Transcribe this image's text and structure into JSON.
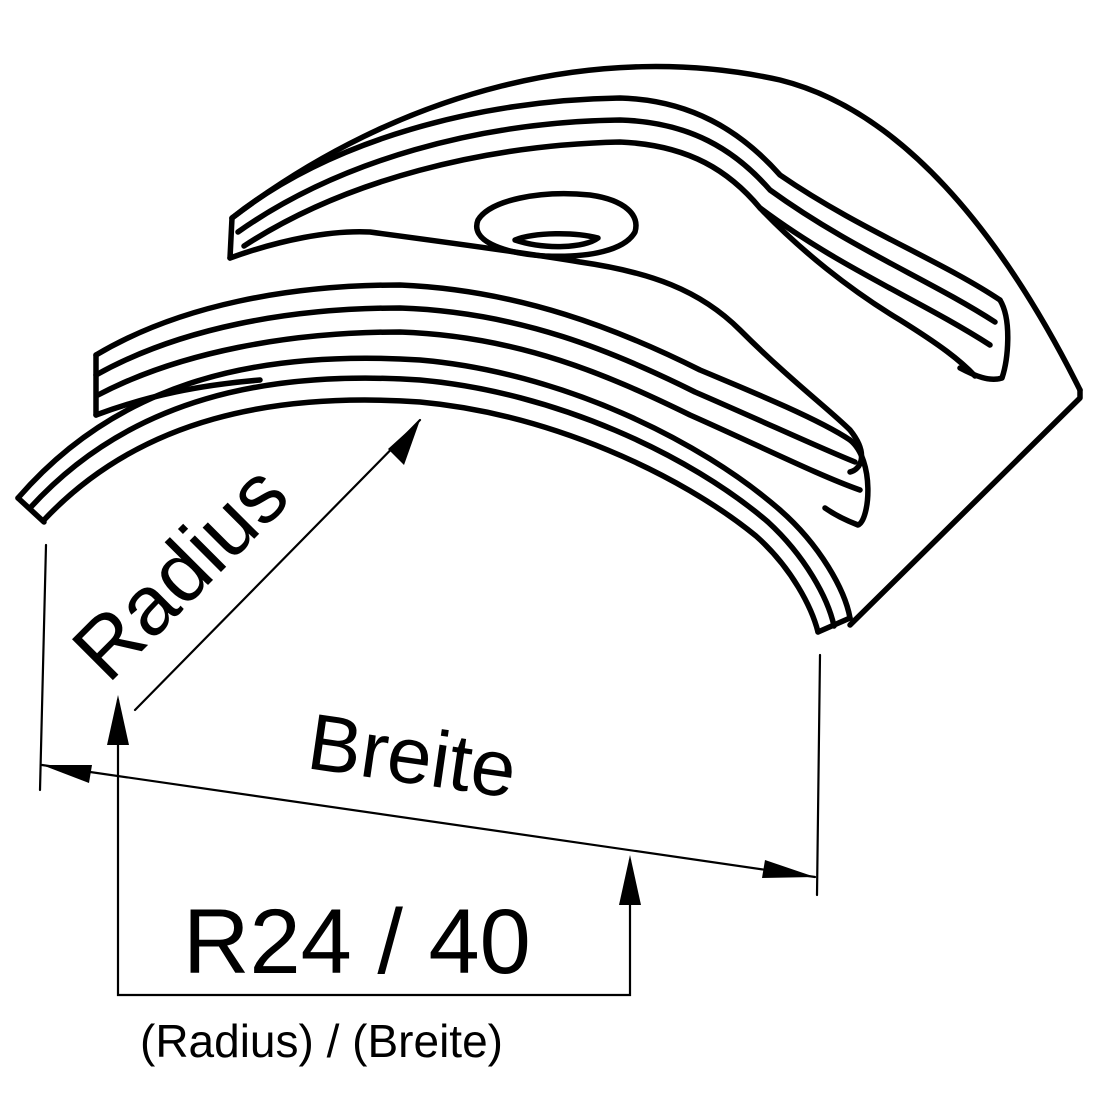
{
  "labels": {
    "radius": "Radius",
    "breite": "Breite",
    "designation": "R24 / 40",
    "legend": "(Radius) / (Breite)"
  },
  "colors": {
    "line": "#000000",
    "background": "#ffffff"
  }
}
